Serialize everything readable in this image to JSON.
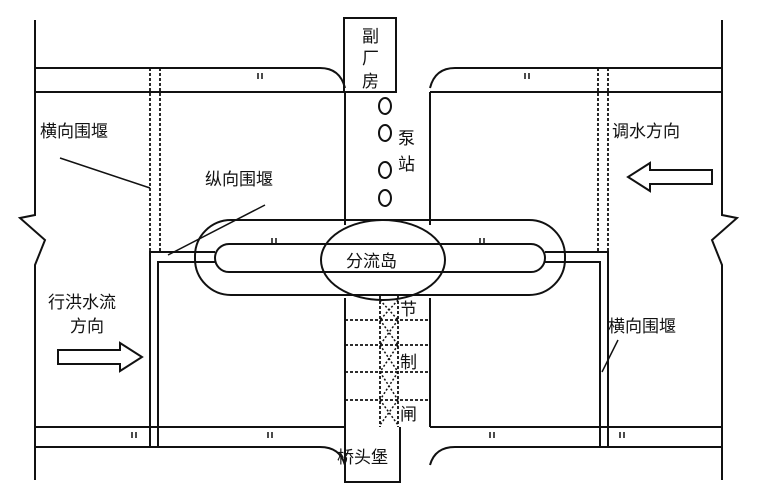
{
  "labels": {
    "aux_building": [
      "副",
      "厂",
      "房"
    ],
    "pump_station": [
      "泵",
      "站"
    ],
    "transverse_cofferdam_left": "横向围堰",
    "longitudinal_cofferdam": "纵向围堰",
    "diversion_direction": "调水方向",
    "diversion_island": "分流岛",
    "flood_flow_direction": [
      "行洪水流",
      "方向"
    ],
    "sluice_gate": [
      "节",
      "制",
      "闸"
    ],
    "bridgehead": "桥头堡",
    "transverse_cofferdam_right": "横向围堰"
  }
}
